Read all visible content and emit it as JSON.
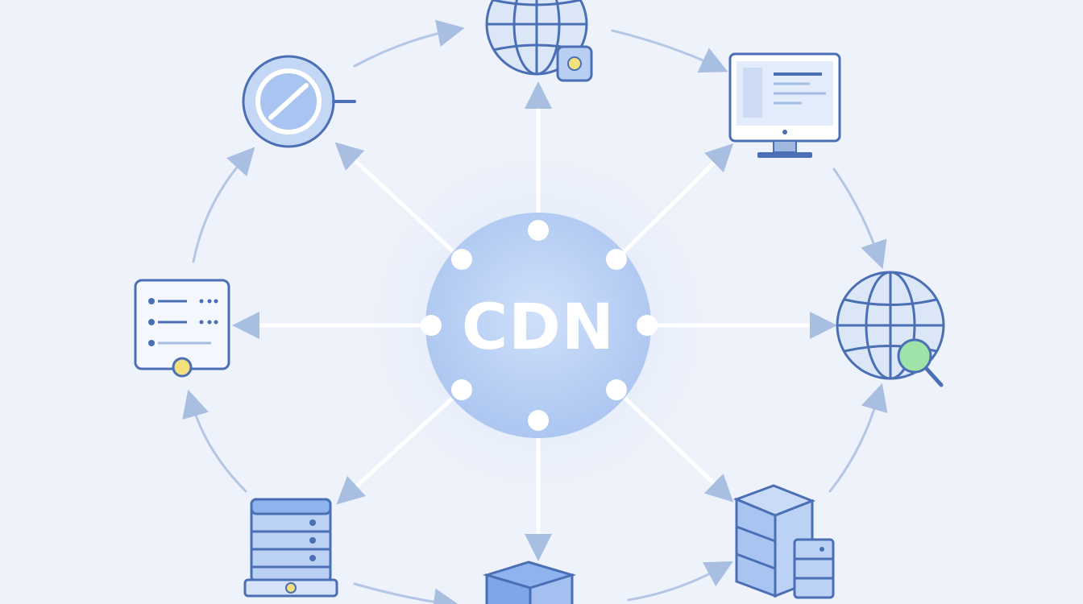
{
  "diagram": {
    "hub": {
      "label": "CDN"
    },
    "nodes": [
      {
        "id": "top",
        "icon": "globe-lock-icon"
      },
      {
        "id": "top-right",
        "icon": "monitor-icon"
      },
      {
        "id": "right",
        "icon": "globe-search-icon"
      },
      {
        "id": "bottom-right",
        "icon": "server-stack-icon"
      },
      {
        "id": "bottom",
        "icon": "storage-box-icon"
      },
      {
        "id": "bottom-left",
        "icon": "server-rack-icon"
      },
      {
        "id": "left",
        "icon": "config-panel-icon"
      },
      {
        "id": "top-left",
        "icon": "blocked-circle-icon"
      }
    ],
    "colors": {
      "background": "#eef2fa",
      "hub": "#b9d0f4",
      "hub_glow": "#dbe7fa",
      "connector": "#ffffff",
      "arrow": "#a9bfe2",
      "icon_stroke": "#4a6fb5",
      "icon_fill": "#c9dbf7",
      "accent_yellow": "#f4e07a",
      "accent_green": "#9fe3a8"
    }
  }
}
